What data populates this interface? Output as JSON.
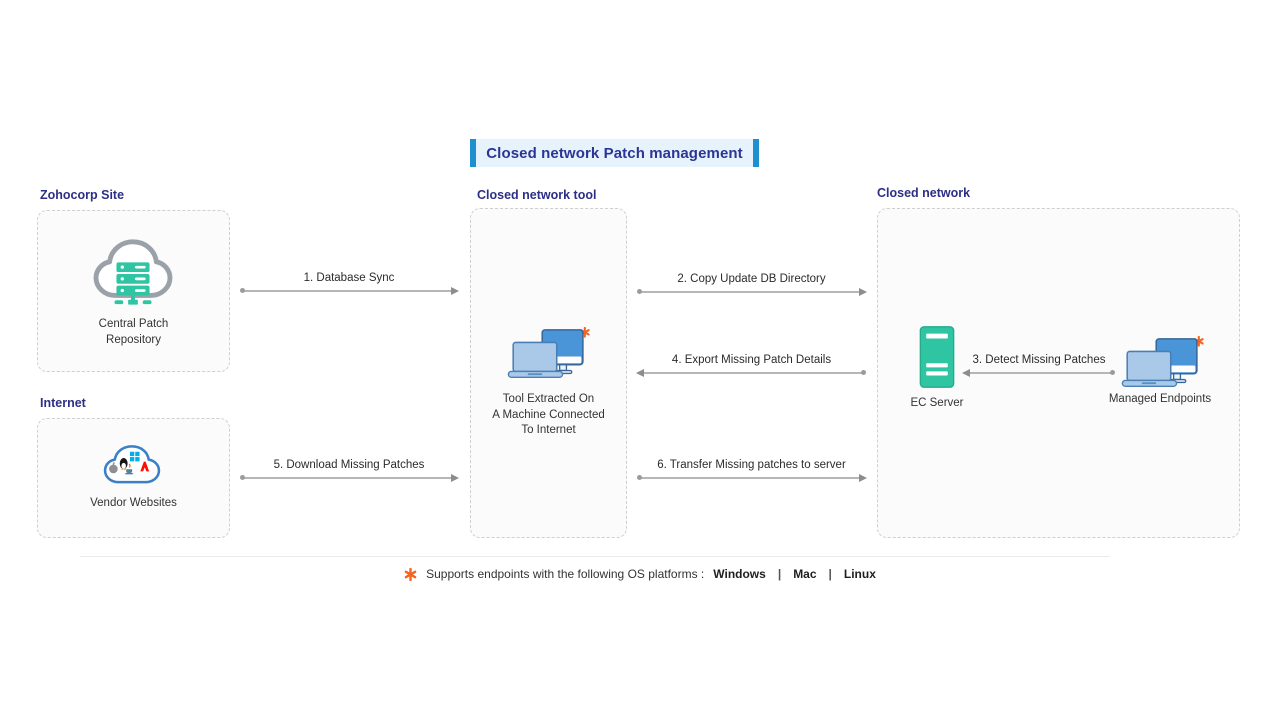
{
  "title": {
    "text": "Closed network Patch management"
  },
  "sections": {
    "zohocorp": {
      "label": "Zohocorp Site",
      "node": "Central Patch\nRepository",
      "icon": "cloud-server-icon"
    },
    "internet": {
      "label": "Internet",
      "node": "Vendor Websites",
      "icon": "vendor-cloud-icon"
    },
    "tool": {
      "label": "Closed network tool",
      "node": "Tool Extracted On\nA Machine Connected\nTo Internet",
      "icon": "laptop-monitor-icon"
    },
    "closed": {
      "label": "Closed network",
      "server": "EC Server",
      "server_icon": "server-tower-icon",
      "endpoints": "Managed Endpoints",
      "endpoints_icon": "laptop-monitor-icon"
    }
  },
  "arrows": [
    {
      "label": "1. Database Sync",
      "direction": "right"
    },
    {
      "label": "2. Copy Update DB Directory",
      "direction": "right"
    },
    {
      "label": "3. Detect Missing Patches",
      "direction": "left"
    },
    {
      "label": "4. Export Missing Patch Details",
      "direction": "left"
    },
    {
      "label": "5. Download Missing Patches",
      "direction": "right"
    },
    {
      "label": "6. Transfer Missing patches to server",
      "direction": "right"
    }
  ],
  "footer": {
    "asterisk_icon": "asterisk-icon",
    "note": "Supports endpoints with the following OS platforms :",
    "platforms": [
      "Windows",
      "Mac",
      "Linux"
    ],
    "separator": "|"
  },
  "colors": {
    "accent_blue": "#1e8fcf",
    "title_text": "#2d3494",
    "title_bg": "#e6f3fc",
    "heading_text": "#2d2f86",
    "server_green": "#2fc5a2",
    "monitor_blue": "#4a94d8",
    "laptop_blue": "#aac9e8",
    "asterisk_orange": "#f26522",
    "arrow_gray": "#b6b6b6"
  }
}
